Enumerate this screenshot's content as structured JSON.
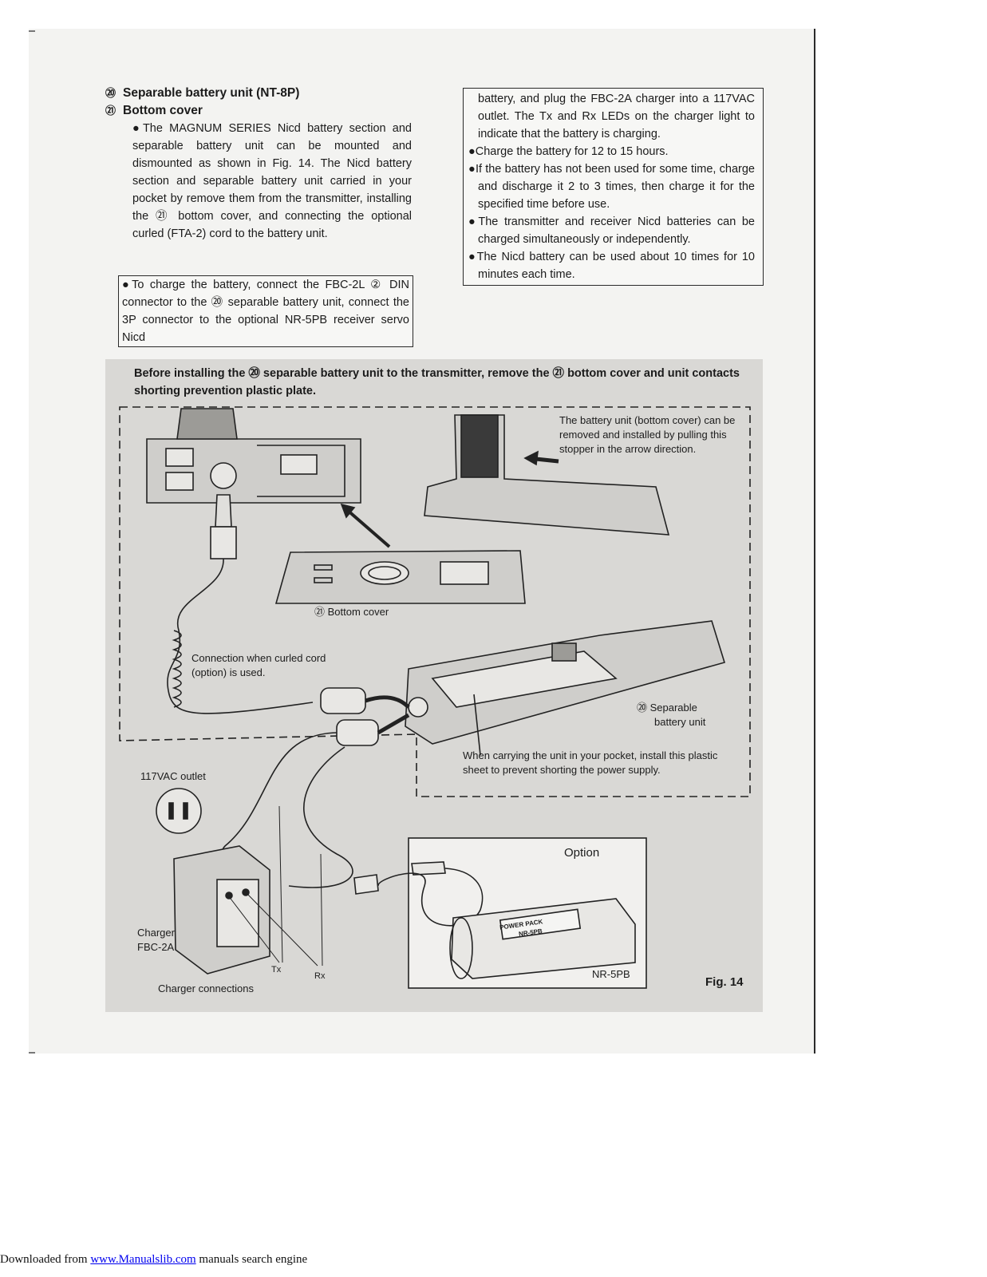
{
  "left_column": {
    "heading_20_num": "⑳",
    "heading_20": "Separable battery unit (NT-8P)",
    "heading_21_num": "㉑",
    "heading_21": "Bottom cover",
    "paragraph": "●The MAGNUM SERIES Nicd battery section and separable battery unit can be mounted and dismounted as shown in Fig. 14. The Nicd battery section and separable battery unit carried in your pocket by remove them from the transmitter, installing the ㉑ bottom cover, and connecting the optional curled (FTA-2) cord to the battery unit.",
    "box_text": "●To charge the battery, connect the FBC-2L ② DIN connector to the ⑳ separable battery unit, connect the 3P connector to the optional NR-5PB receiver servo Nicd"
  },
  "right_column": {
    "continuation": "battery, and plug the FBC-2A charger into a 117VAC outlet. The Tx and Rx LEDs on the charger light to indicate that the battery is charging.",
    "bullets": [
      "●Charge the battery for 12 to 15 hours.",
      "●If the battery has not been used for some time, charge and discharge it 2 to 3 times, then charge it for the specified time before use.",
      "●The transmitter and receiver Nicd batteries can be charged simultaneously or independently.",
      "●The Nicd battery can be used about 10 times for 10 minutes each time."
    ]
  },
  "figure": {
    "caption": "Before installing the ⑳ separable battery unit to the transmitter, remove the ㉑ bottom cover and unit contacts shorting prevention plastic plate.",
    "stopper_note": "The battery unit (bottom cover) can be removed and installed by pulling this stopper in the arrow direction.",
    "bottom_cover_label": "㉑ Bottom cover",
    "curled_cord_note": "Connection when curled cord (option) is used.",
    "separable_label_1": "⑳ Separable",
    "separable_label_2": "battery unit",
    "pocket_note": "When carrying the unit in your pocket, install this plastic sheet to prevent shorting the power supply.",
    "outlet_label": "117VAC outlet",
    "option_label": "Option",
    "pack_label_1": "POWER PACK",
    "pack_label_2": "NR-5PB",
    "nr5pb_label": "NR-5PB",
    "charger_label_1": "Charger",
    "charger_label_2": "FBC-2A",
    "tx_label": "Tx",
    "rx_label": "Rx",
    "charger_connections": "Charger connections",
    "fig_number": "Fig. 14"
  },
  "footer": {
    "prefix": "Downloaded from ",
    "link": "www.Manualslib.com",
    "suffix": " manuals search engine"
  }
}
